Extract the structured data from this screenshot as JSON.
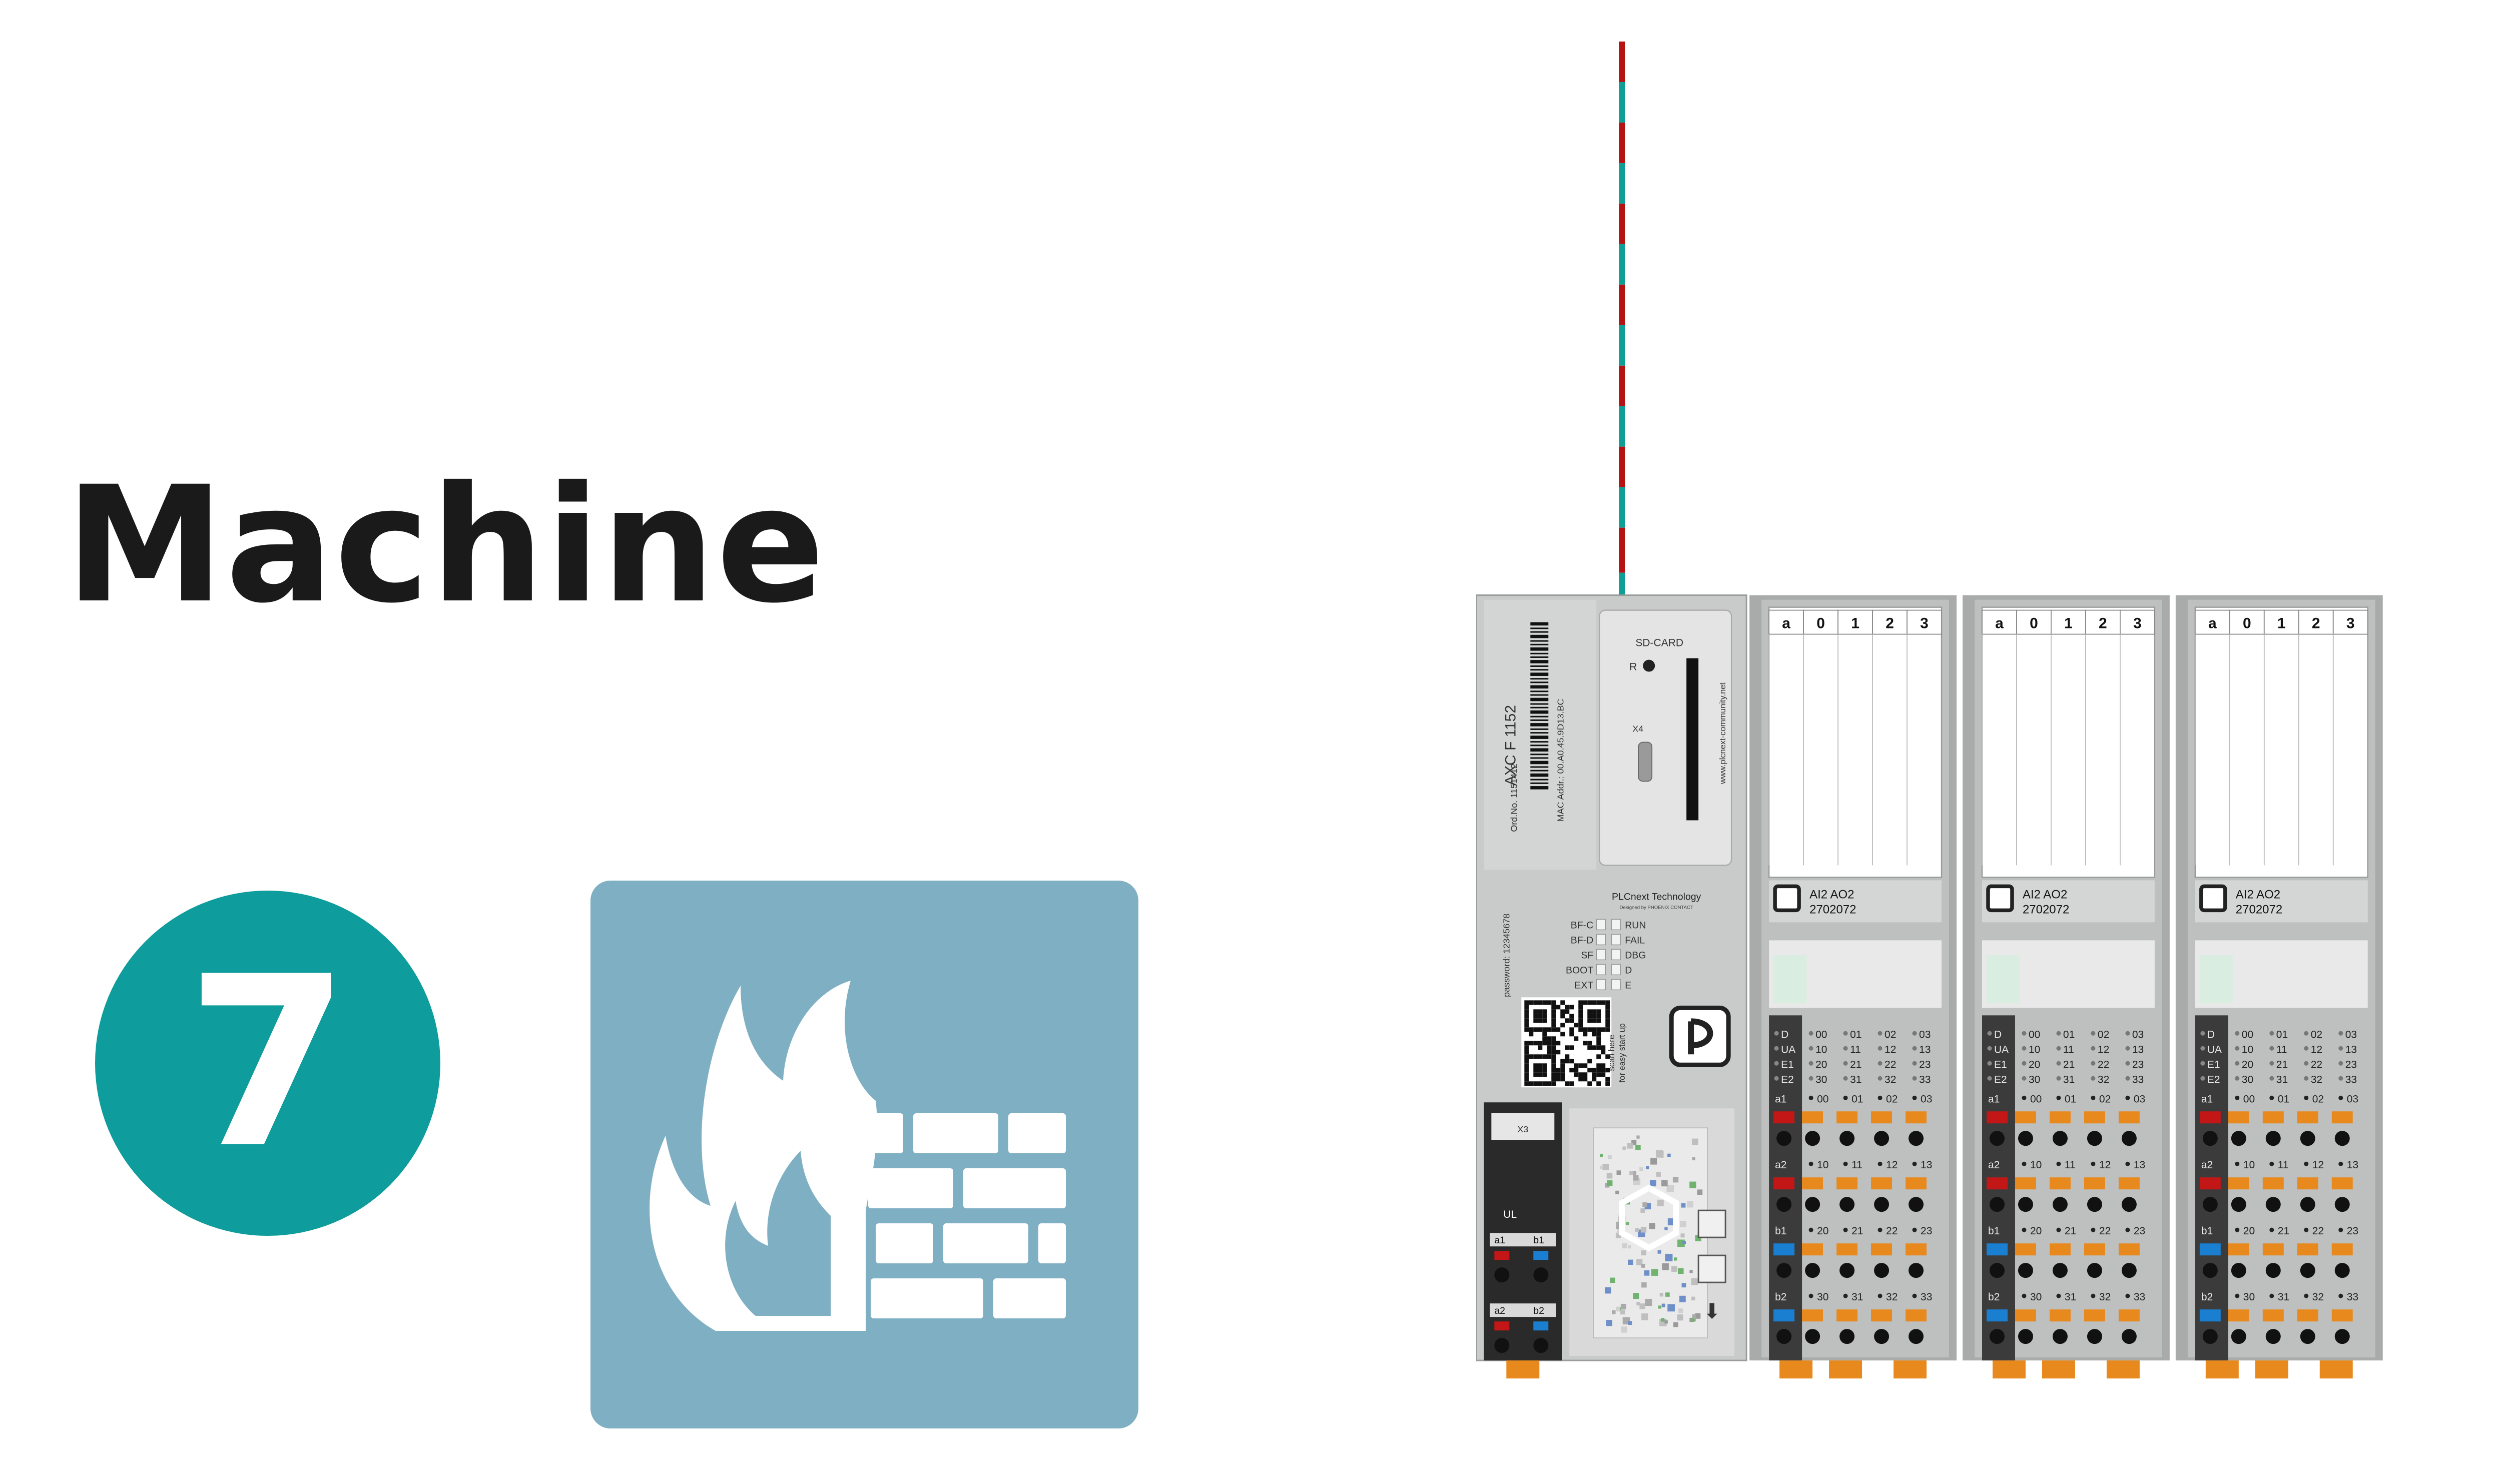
{
  "title": "Machine",
  "step_number": "7",
  "icon": {
    "name": "firewall-icon",
    "color": "#7FAFC2"
  },
  "colors": {
    "teal": "#0E9C9C",
    "cable_red": "#B51212",
    "cable_teal": "#0F9E96"
  },
  "controller": {
    "model": "AXC F 1152",
    "order_no": "Ord.No. 1151412",
    "mac": "MAC Addr.: 00.A0.45.9D13.BC",
    "url": "www.plcnext-community.net",
    "sd_card": "SD-CARD",
    "reset": "R",
    "port_x4": "X4",
    "brand": "PLCnext Technology",
    "brand_sub": "Designed by PHOENIX CONTACT",
    "password": "password: 12345678",
    "scan_text_1": "scan here",
    "scan_text_2": "for easy start up",
    "port_x3": "X3",
    "leds_left": [
      "BF-C",
      "BF-D",
      "SF",
      "BOOT",
      "EXT"
    ],
    "leds_right": [
      "RUN",
      "FAIL",
      "DBG",
      "D",
      "E"
    ],
    "terminal_labels": [
      "UL",
      "a1",
      "b1",
      "a2",
      "b2"
    ]
  },
  "io_modules": [
    {
      "name": "AI2 AO2",
      "part": "2702072"
    },
    {
      "name": "AI2 AO2",
      "part": "2702072"
    },
    {
      "name": "AI2 AO2",
      "part": "2702072"
    }
  ],
  "io_module_common": {
    "header_cells": [
      "a",
      "0",
      "1",
      "2",
      "3"
    ],
    "status_labels": [
      "D",
      "UA",
      "E1",
      "E2"
    ],
    "channel_rows": [
      [
        "00",
        "01",
        "02",
        "03"
      ],
      [
        "10",
        "11",
        "12",
        "13"
      ],
      [
        "20",
        "21",
        "22",
        "23"
      ],
      [
        "30",
        "31",
        "32",
        "33"
      ]
    ],
    "terminal_rows": [
      {
        "label": "a1",
        "cells": [
          "00",
          "01",
          "02",
          "03"
        ]
      },
      {
        "label": "a2",
        "cells": [
          "10",
          "11",
          "12",
          "13"
        ]
      },
      {
        "label": "b1",
        "cells": [
          "20",
          "21",
          "22",
          "23"
        ]
      },
      {
        "label": "b2",
        "cells": [
          "30",
          "31",
          "32",
          "33"
        ]
      }
    ]
  }
}
